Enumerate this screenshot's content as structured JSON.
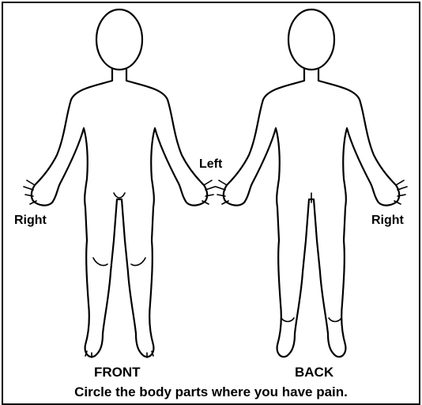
{
  "labels": {
    "front_right": "Right",
    "left": "Left",
    "back_right": "Right",
    "front": "FRONT",
    "back": "BACK"
  },
  "caption": "Circle the body parts where you have pain.",
  "colors": {
    "outline": "#000000",
    "background": "#ffffff"
  }
}
